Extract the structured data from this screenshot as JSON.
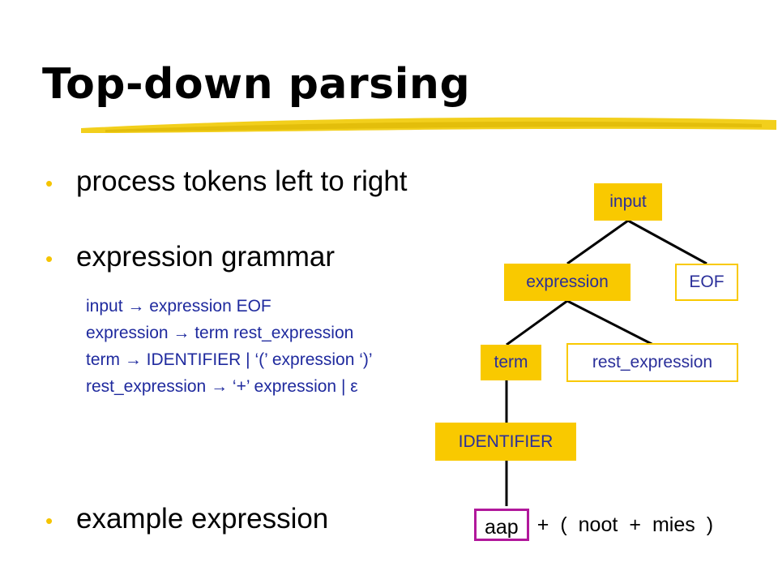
{
  "title": "Top-down parsing",
  "bullets": [
    "process tokens left to right",
    "expression grammar",
    "example expression"
  ],
  "grammar_rules": [
    "input → expression EOF",
    "expression → term rest_expression",
    "term → IDENTIFIER | ‘(’ expression ‘)’",
    "rest_expression → ‘+’ expression | ε"
  ],
  "tree": {
    "input": "input",
    "expression": "expression",
    "eof": "EOF",
    "term": "term",
    "rest_expression": "rest_expression",
    "identifier": "IDENTIFIER"
  },
  "example_tokens": {
    "highlighted": "aap",
    "rest": [
      "+",
      "(",
      "noot",
      "+",
      "mies",
      ")"
    ]
  },
  "colors": {
    "node_fill": "#f9c900",
    "node_text": "#2a2f9a",
    "highlight_border": "#b1189b",
    "rule_text": "#1f2a9e",
    "bullet": "#f5c400"
  }
}
